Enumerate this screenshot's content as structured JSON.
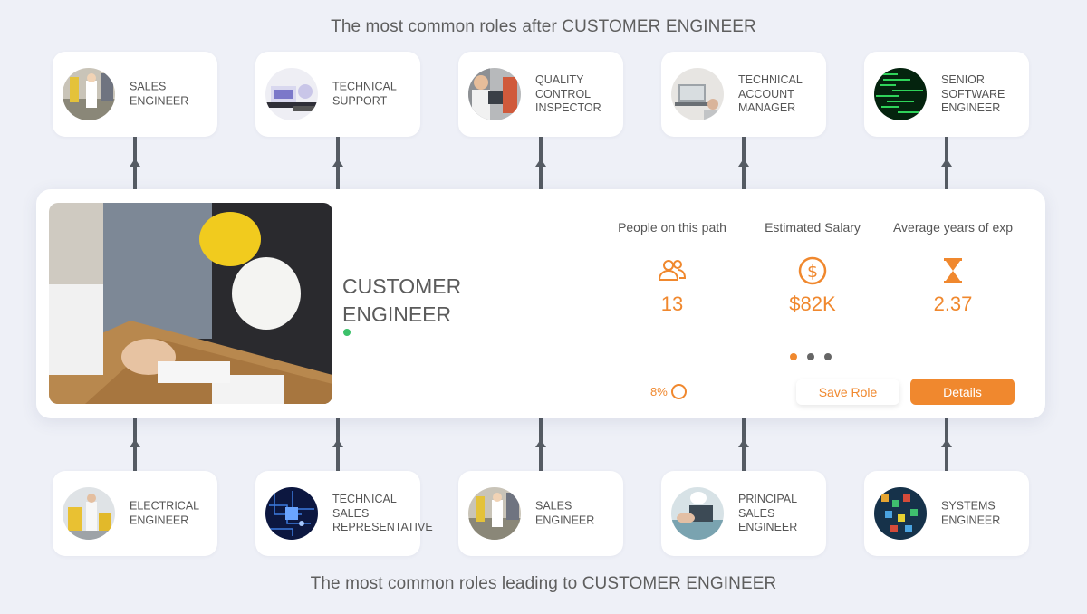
{
  "headings": {
    "after": "The most common roles after CUSTOMER ENGINEER",
    "leading": "The most common roles leading to CUSTOMER ENGINEER"
  },
  "roles_after": [
    {
      "label": "SALES\nENGINEER",
      "photo": "engineer-in-factory"
    },
    {
      "label": "TECHNICAL\nSUPPORT",
      "photo": "desk-workstation"
    },
    {
      "label": "QUALITY\nCONTROL\nINSPECTOR",
      "photo": "inspector-with-tablet"
    },
    {
      "label": "TECHNICAL\nACCOUNT\nMANAGER",
      "photo": "laptop-meeting"
    },
    {
      "label": "SENIOR\nSOFTWARE\nENGINEER",
      "photo": "green-code"
    }
  ],
  "roles_leading": [
    {
      "label": "ELECTRICAL\nENGINEER",
      "photo": "yellow-machinery"
    },
    {
      "label": "TECHNICAL\nSALES\nREPRESENTATIVE",
      "photo": "blue-circuit"
    },
    {
      "label": "SALES\nENGINEER",
      "photo": "engineer-in-factory"
    },
    {
      "label": "PRINCIPAL\nSALES\nENGINEER",
      "photo": "handshake-laptop"
    },
    {
      "label": "SYSTEMS\nENGINEER",
      "photo": "colorful-data"
    }
  ],
  "current_role": {
    "title": "CUSTOMER\nENGINEER",
    "photo": "handshake-hardhats",
    "stats": {
      "people": {
        "label": "People on this path",
        "value": "13",
        "icon": "people-icon"
      },
      "salary": {
        "label": "Estimated Salary",
        "value": "$82K",
        "icon": "dollar-circle-icon"
      },
      "experience": {
        "label": "Average years of exp",
        "value": "2.37",
        "icon": "hourglass-icon"
      }
    },
    "match_percent": "8%",
    "save_label": "Save Role",
    "details_label": "Details"
  },
  "colors": {
    "accent": "#f0882e",
    "background": "#eef0f7",
    "status": "#3cc16a",
    "connector": "#555b63"
  }
}
